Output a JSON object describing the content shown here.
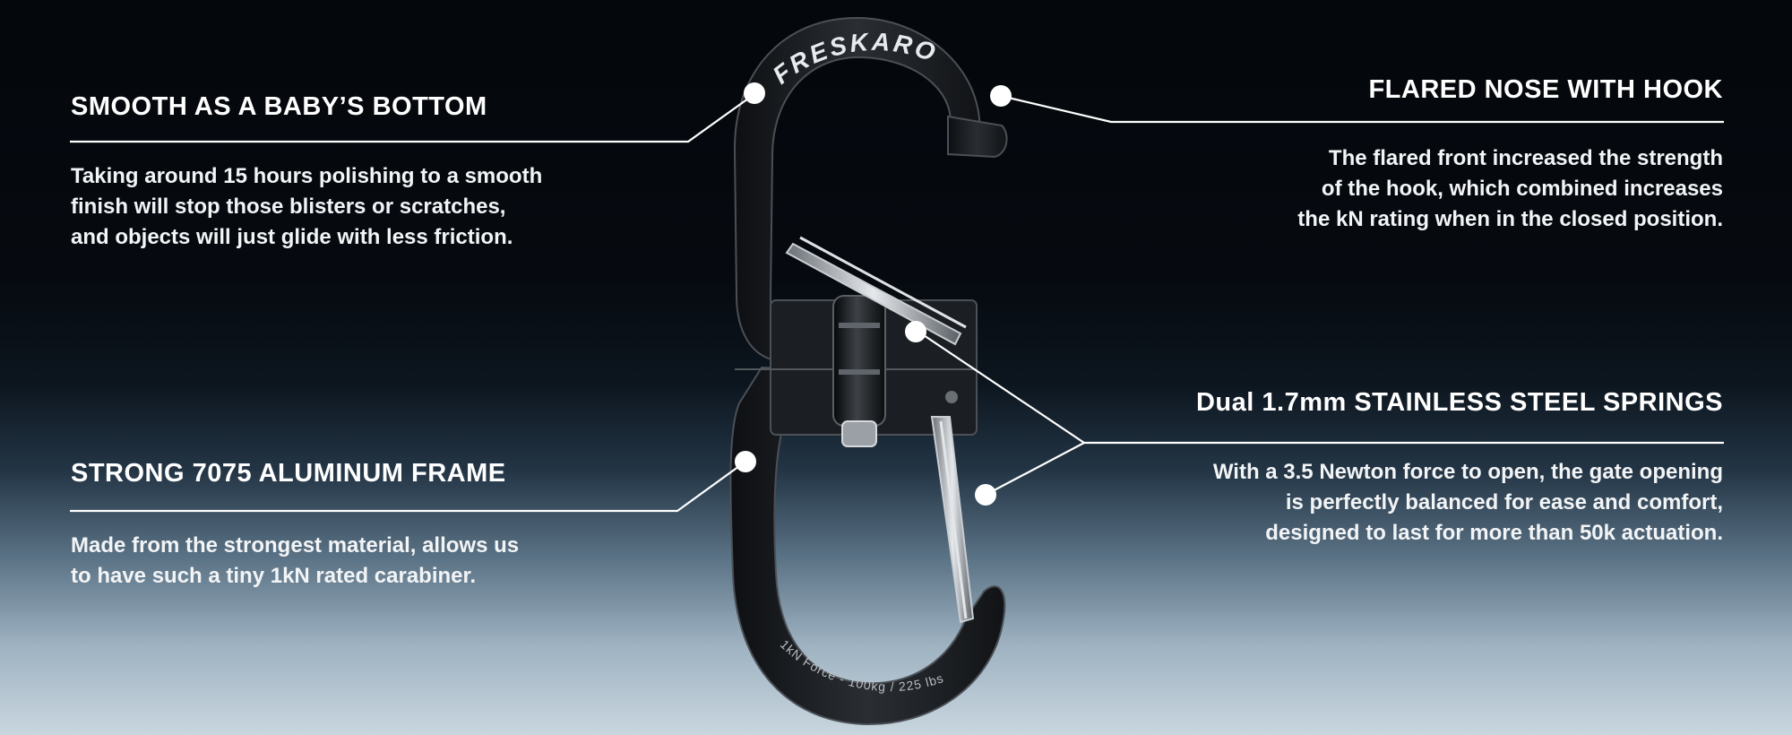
{
  "brand": {
    "name": "FRESKARO"
  },
  "engraving": {
    "text": "1kN Force - 100kg / 225 lbs"
  },
  "features": {
    "smooth": {
      "title": "SMOOTH AS A BABY’S BOTTOM",
      "lines": [
        "Taking around 15 hours polishing to a smooth",
        "finish will stop those blisters or scratches,",
        "and objects will just glide with less friction."
      ]
    },
    "nose": {
      "title": "FLARED NOSE WITH HOOK",
      "lines": [
        "The flared front increased the strength",
        "of the hook, which combined increases",
        "the kN rating when in the closed position."
      ]
    },
    "springs": {
      "title": "Dual 1.7mm STAINLESS STEEL SPRINGS",
      "lines": [
        "With a 3.5 Newton force to open, the gate opening",
        "is perfectly balanced for ease and comfort,",
        "designed to last for more than 50k actuation."
      ]
    },
    "frame": {
      "title": "STRONG 7075 ALUMINUM FRAME",
      "lines": [
        "Made from the strongest material, allows us",
        "to have such a tiny 1kN rated carabiner."
      ]
    }
  }
}
